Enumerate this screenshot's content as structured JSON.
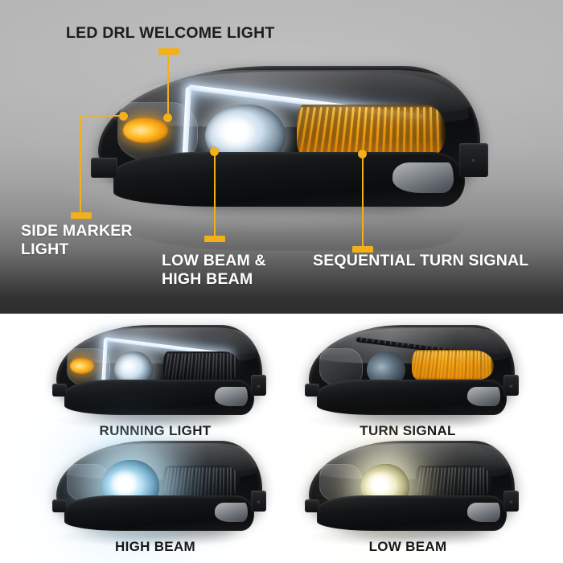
{
  "hero": {
    "callouts": [
      {
        "id": "led-drl-welcome-light",
        "label": "LED DRL WELCOME LIGHT",
        "text_color": "#1d1d1d",
        "marker_color": "#F2B01A"
      },
      {
        "id": "side-marker-light",
        "label": "SIDE MARKER\nLIGHT",
        "text_color": "#ffffff",
        "marker_color": "#F2B01A"
      },
      {
        "id": "low-beam-high-beam",
        "label": "LOW BEAM &\nHIGH BEAM",
        "text_color": "#ffffff",
        "marker_color": "#F2B01A"
      },
      {
        "id": "sequential-turn-signal",
        "label": "SEQUENTIAL TURN SIGNAL",
        "text_color": "#ffffff",
        "marker_color": "#F2B01A"
      }
    ]
  },
  "grid": {
    "cells": [
      {
        "id": "running-light",
        "caption": "RUNNING LIGHT",
        "mode": "drl"
      },
      {
        "id": "turn-signal",
        "caption": "TURN SIGNAL",
        "mode": "signal"
      },
      {
        "id": "high-beam",
        "caption": "HIGH BEAM",
        "mode": "high"
      },
      {
        "id": "low-beam",
        "caption": "LOW BEAM",
        "mode": "low"
      }
    ]
  },
  "colors": {
    "accent_amber": "#F2B01A",
    "drl_white": "#ffffff",
    "signal_amber": "#FFA812",
    "panel_top_gray": "#b2b2b2",
    "panel_bottom_gray": "#2e2e2e",
    "grid_background": "#ffffff"
  }
}
